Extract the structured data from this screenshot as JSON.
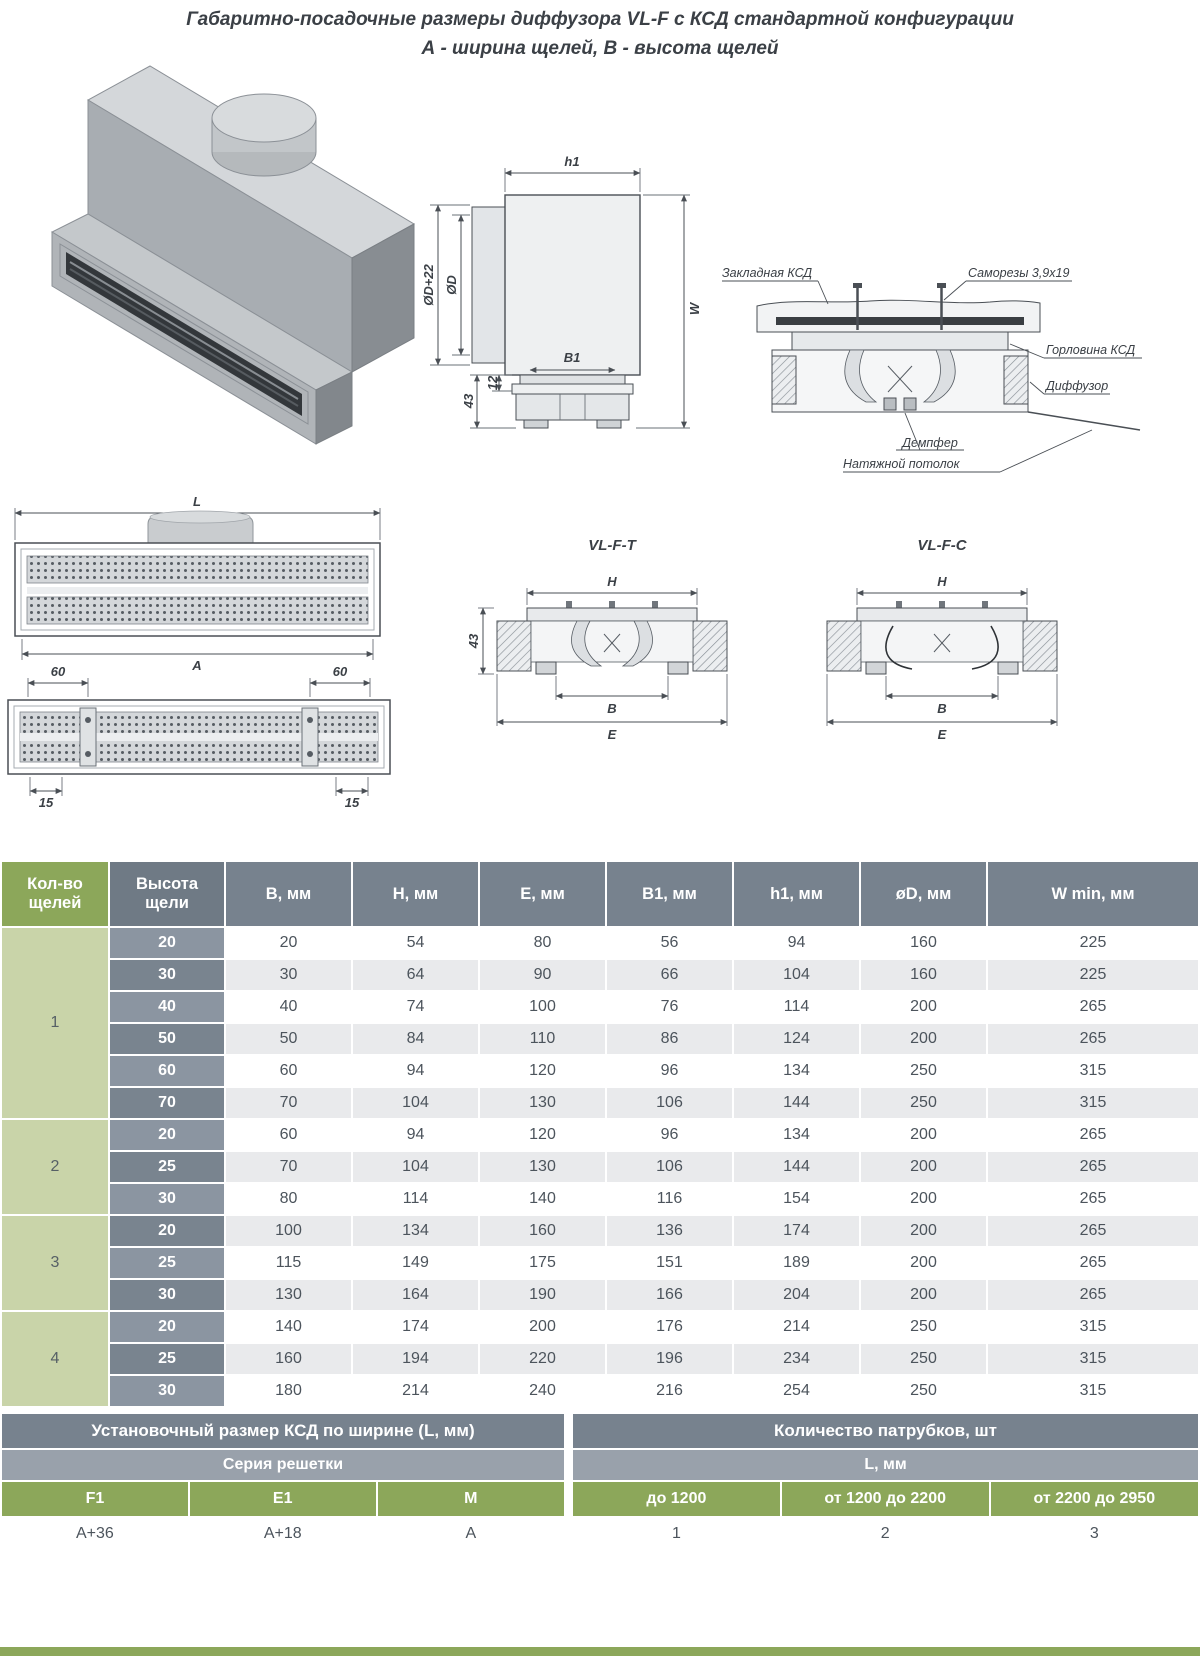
{
  "page": {
    "title_line1": "Габаритно-посадочные размеры диффузора VL-F с КСД стандартной конфигурации",
    "title_line2": "А - ширина щелей, В - высота щелей"
  },
  "colors": {
    "green": "#8CA75A",
    "slate": "#77828E",
    "slate_dark": "#6F7A85",
    "slate_mid": "#99A1AB",
    "group_green": "#C9D4A9",
    "height_cell_light": "#8B95A1",
    "height_cell_dark": "#79848F",
    "row_alt": "#E9EAEC"
  },
  "drawings": {
    "side_view": {
      "h1": "h1",
      "w": "W",
      "dD22": "ØD+22",
      "dD": "ØD",
      "b1": "B1",
      "d43": "43",
      "d12": "12"
    },
    "section_view": {
      "callout_embed": "Закладная КСД",
      "callout_screws": "Саморезы 3,9х19",
      "callout_collar": "Горловина КСД",
      "callout_diffuser": "Диффузор",
      "callout_damper": "Демпфер",
      "callout_ceiling": "Натяжной потолок"
    },
    "front_view": {
      "l": "L",
      "a": "A"
    },
    "bottom_view": {
      "d60_left": "60",
      "d60_right": "60",
      "d15_left": "15",
      "d15_right": "15"
    },
    "vlft": {
      "title": "VL-F-T",
      "h": "H",
      "d43": "43",
      "b": "B",
      "e": "E"
    },
    "vlfc": {
      "title": "VL-F-C",
      "h": "H",
      "b": "B",
      "e": "E"
    }
  },
  "main_table": {
    "headers": [
      "Кол-во\nщелей",
      "Высота\nщели",
      "B, мм",
      "H, мм",
      "E, мм",
      "B1, мм",
      "h1, мм",
      "øD, мм",
      "W min, мм"
    ],
    "groups": [
      {
        "slots": "1",
        "rows": [
          [
            "20",
            20,
            54,
            80,
            56,
            94,
            160,
            225
          ],
          [
            "30",
            30,
            64,
            90,
            66,
            104,
            160,
            225
          ],
          [
            "40",
            40,
            74,
            100,
            76,
            114,
            200,
            265
          ],
          [
            "50",
            50,
            84,
            110,
            86,
            124,
            200,
            265
          ],
          [
            "60",
            60,
            94,
            120,
            96,
            134,
            250,
            315
          ],
          [
            "70",
            70,
            104,
            130,
            106,
            144,
            250,
            315
          ]
        ]
      },
      {
        "slots": "2",
        "rows": [
          [
            "20",
            60,
            94,
            120,
            96,
            134,
            200,
            265
          ],
          [
            "25",
            70,
            104,
            130,
            106,
            144,
            200,
            265
          ],
          [
            "30",
            80,
            114,
            140,
            116,
            154,
            200,
            265
          ]
        ]
      },
      {
        "slots": "3",
        "rows": [
          [
            "20",
            100,
            134,
            160,
            136,
            174,
            200,
            265
          ],
          [
            "25",
            115,
            149,
            175,
            151,
            189,
            200,
            265
          ],
          [
            "30",
            130,
            164,
            190,
            166,
            204,
            200,
            265
          ]
        ]
      },
      {
        "slots": "4",
        "rows": [
          [
            "20",
            140,
            174,
            200,
            176,
            214,
            250,
            315
          ],
          [
            "25",
            160,
            194,
            220,
            196,
            234,
            250,
            315
          ],
          [
            "30",
            180,
            214,
            240,
            216,
            254,
            250,
            315
          ]
        ]
      }
    ]
  },
  "bottom_table": {
    "left_title": "Установочный размер КСД по ширине (L, мм)",
    "left_subtitle": "Серия решетки",
    "left_headers": [
      "F1",
      "E1",
      "M"
    ],
    "left_values": [
      "A+36",
      "A+18",
      "A"
    ],
    "right_title": "Количество патрубков, шт",
    "right_subtitle": "L, мм",
    "right_headers": [
      "до 1200",
      "от 1200 до 2200",
      "от 2200 до 2950"
    ],
    "right_values": [
      "1",
      "2",
      "3"
    ]
  }
}
